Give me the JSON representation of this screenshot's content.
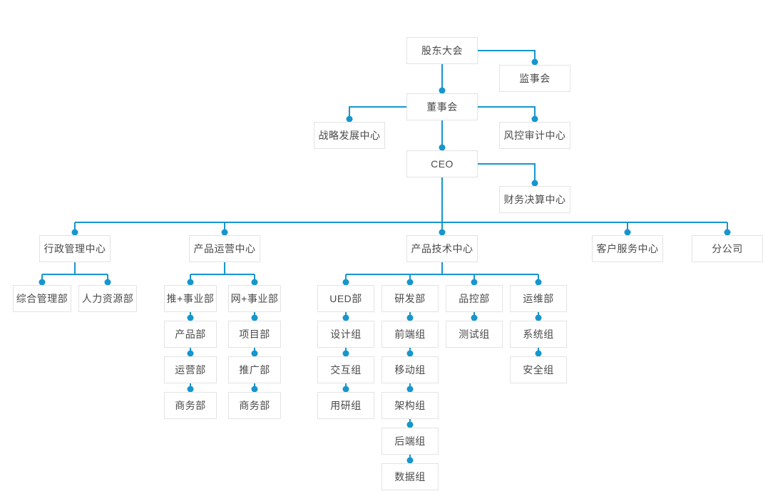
{
  "diagram": {
    "type": "org-chart",
    "levels": 6
  },
  "colors": {
    "connector": "#1696cd",
    "node_border": "#e3e3e3",
    "node_background": "#ffffff",
    "node_text": "#4a4a4a",
    "page_background": "#ffffff"
  },
  "nodes": [
    {
      "label": "股东大会"
    },
    {
      "label": "监事会"
    },
    {
      "label": "董事会"
    },
    {
      "label": "战略发展中心"
    },
    {
      "label": "风控审计中心"
    },
    {
      "label": "CEO"
    },
    {
      "label": "财务决算中心"
    },
    {
      "label": "行政管理中心"
    },
    {
      "label": "产品运营中心"
    },
    {
      "label": "产品技术中心"
    },
    {
      "label": "客户服务中心"
    },
    {
      "label": "分公司"
    },
    {
      "label": "综合管理部"
    },
    {
      "label": "人力资源部"
    },
    {
      "label": "推+事业部"
    },
    {
      "label": "网+事业部"
    },
    {
      "label": "产品部"
    },
    {
      "label": "项目部"
    },
    {
      "label": "运营部"
    },
    {
      "label": "推广部"
    },
    {
      "label": "商务部"
    },
    {
      "label": "商务部"
    },
    {
      "label": "UED部"
    },
    {
      "label": "研发部"
    },
    {
      "label": "品控部"
    },
    {
      "label": "运维部"
    },
    {
      "label": "设计组"
    },
    {
      "label": "前端组"
    },
    {
      "label": "测试组"
    },
    {
      "label": "系统组"
    },
    {
      "label": "交互组"
    },
    {
      "label": "移动组"
    },
    {
      "label": "安全组"
    },
    {
      "label": "用研组"
    },
    {
      "label": "架构组"
    },
    {
      "label": "后端组"
    },
    {
      "label": "数据组"
    }
  ],
  "edges": [
    [
      "股东大会",
      "监事会"
    ],
    [
      "股东大会",
      "董事会"
    ],
    [
      "董事会",
      "战略发展中心"
    ],
    [
      "董事会",
      "风控审计中心"
    ],
    [
      "董事会",
      "CEO"
    ],
    [
      "CEO",
      "财务决算中心"
    ],
    [
      "CEO",
      "行政管理中心"
    ],
    [
      "CEO",
      "产品运营中心"
    ],
    [
      "CEO",
      "产品技术中心"
    ],
    [
      "CEO",
      "客户服务中心"
    ],
    [
      "CEO",
      "分公司"
    ],
    [
      "行政管理中心",
      "综合管理部"
    ],
    [
      "行政管理中心",
      "人力资源部"
    ],
    [
      "产品运营中心",
      "推+事业部"
    ],
    [
      "产品运营中心",
      "网+事业部"
    ],
    [
      "推+事业部",
      "产品部"
    ],
    [
      "产品部",
      "运营部"
    ],
    [
      "运营部",
      "商务部"
    ],
    [
      "网+事业部",
      "项目部"
    ],
    [
      "项目部",
      "推广部"
    ],
    [
      "推广部",
      "商务部"
    ],
    [
      "产品技术中心",
      "UED部"
    ],
    [
      "产品技术中心",
      "研发部"
    ],
    [
      "产品技术中心",
      "品控部"
    ],
    [
      "产品技术中心",
      "运维部"
    ],
    [
      "UED部",
      "设计组"
    ],
    [
      "设计组",
      "交互组"
    ],
    [
      "交互组",
      "用研组"
    ],
    [
      "研发部",
      "前端组"
    ],
    [
      "前端组",
      "移动组"
    ],
    [
      "移动组",
      "架构组"
    ],
    [
      "架构组",
      "后端组"
    ],
    [
      "后端组",
      "数据组"
    ],
    [
      "品控部",
      "测试组"
    ],
    [
      "运维部",
      "系统组"
    ],
    [
      "系统组",
      "安全组"
    ]
  ]
}
